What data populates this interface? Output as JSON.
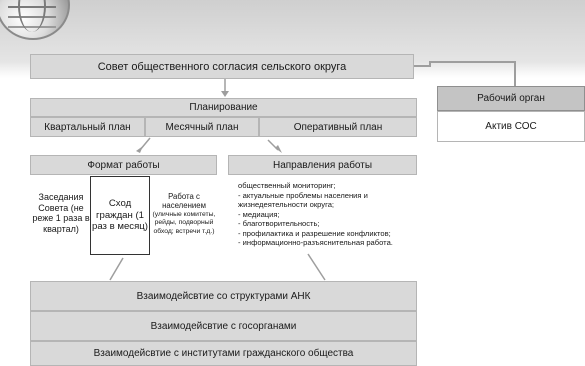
{
  "council": {
    "title": "Совет общественного согласия сельского округа"
  },
  "working_body": {
    "title": "Рабочий орган",
    "member": "Актив СОС"
  },
  "planning": {
    "title": "Планирование",
    "plans": [
      "Квартальный план",
      "Месячный план",
      "Оперативный план"
    ]
  },
  "work_format": {
    "title": "Формат работы",
    "council_sessions": "Заседания Совета (не реже 1 раза в квартал)",
    "citizens_gathering": "Сход граждан (1 раз в месяц)",
    "population_work": "Работа с населением",
    "population_work_detail": "(уличные комитеты, рейды, подворный обход; встречи т.д.)"
  },
  "work_directions": {
    "title": "Направления работы",
    "items": [
      "общественный мониторинг;",
      "- актуальные проблемы населения и",
      "жизнедеятельности округа;",
      "- медиация;",
      "- благотворительность;",
      "- профилактика  и разрешение конфликтов;",
      "- информационно-разъяснительная работа."
    ]
  },
  "interactions": [
    "Взаимодейсвтие со структурами АНК",
    "Взаимодейсвтие с госорганами",
    "Взаимодейсвтие с институтами гражданского общества"
  ]
}
